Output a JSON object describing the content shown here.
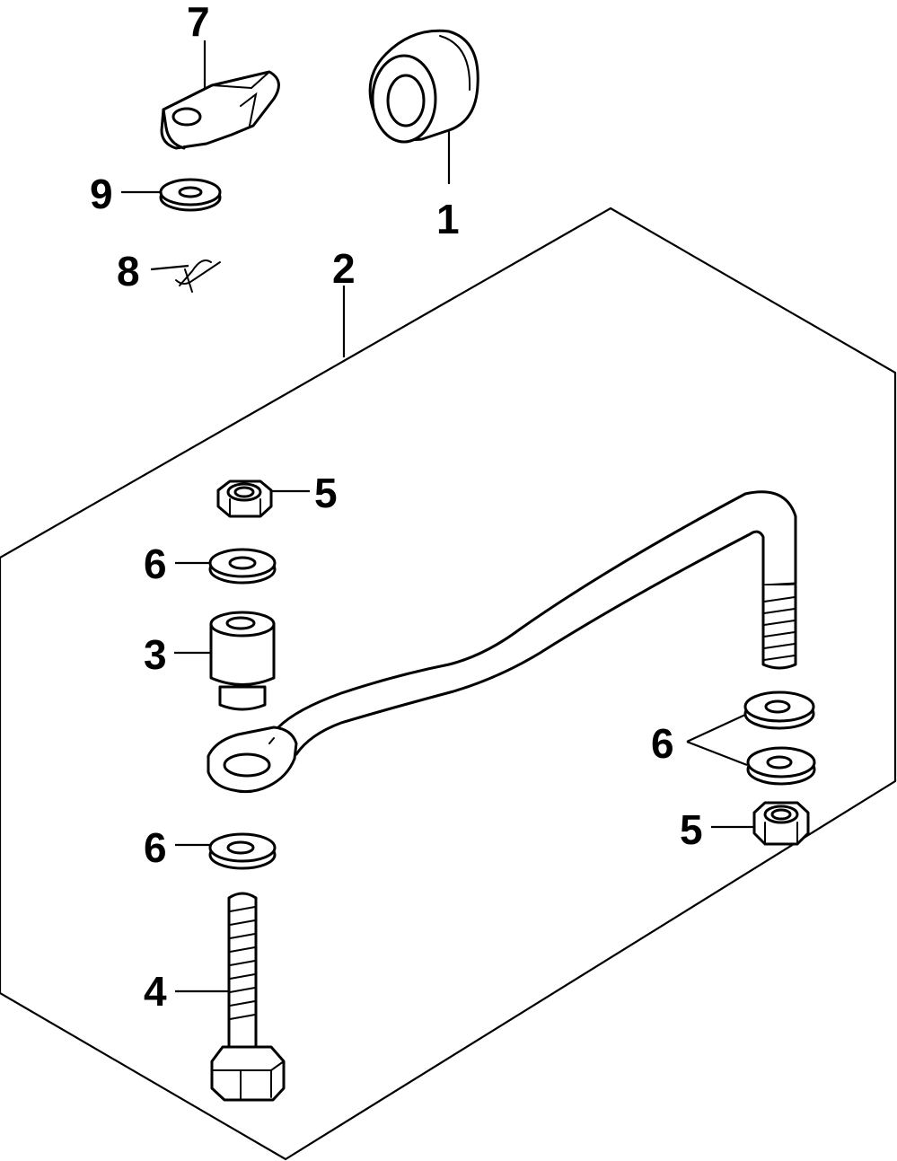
{
  "callouts": {
    "c1": "1",
    "c2": "2",
    "c3": "3",
    "c4": "4",
    "c5a": "5",
    "c5b": "5",
    "c6a": "6",
    "c6b": "6",
    "c6c": "6",
    "c7": "7",
    "c8": "8",
    "c9": "9"
  },
  "colors": {
    "line": "#000000",
    "background": "#ffffff"
  }
}
